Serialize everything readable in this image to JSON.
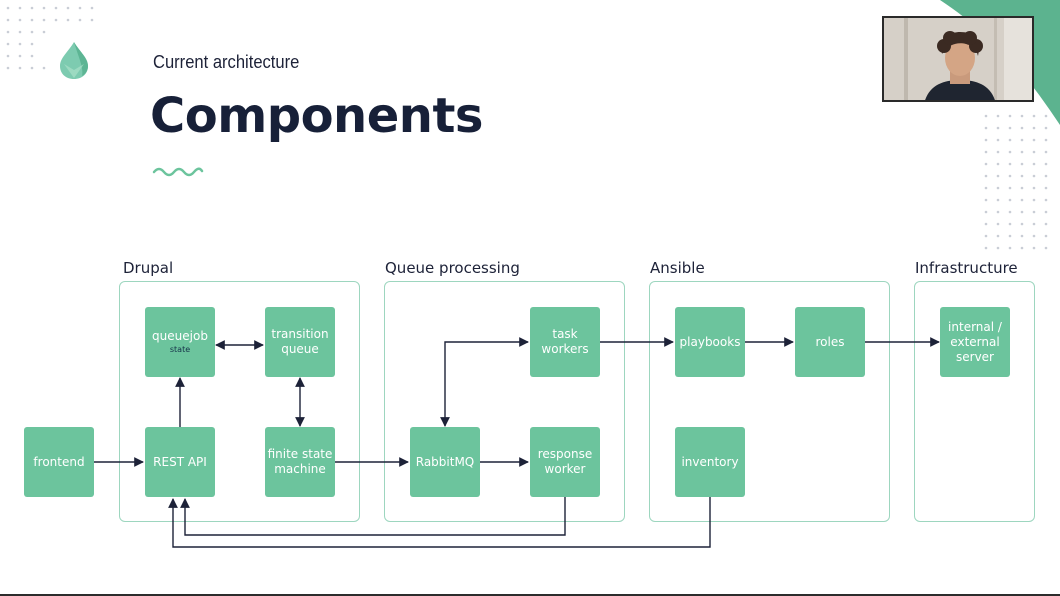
{
  "header": {
    "subtitle": "Current architecture",
    "title": "Components"
  },
  "groups": {
    "drupal": "Drupal",
    "queue": "Queue processing",
    "ansible": "Ansible",
    "infra": "Infrastructure"
  },
  "nodes": {
    "frontend": "frontend",
    "queuejob": "queuejob",
    "queuejob_sub": "state",
    "transition_queue": "transition queue",
    "rest_api": "REST API",
    "fsm": "finite state machine",
    "task_workers": "task workers",
    "rabbitmq": "RabbitMQ",
    "response_worker": "response worker",
    "playbooks": "playbooks",
    "roles": "roles",
    "inventory": "inventory",
    "server": "internal / external server"
  },
  "colors": {
    "node_fill": "#6cc49d",
    "group_border": "#9dd6bf",
    "arrow": "#1d2238",
    "title": "#172038"
  }
}
